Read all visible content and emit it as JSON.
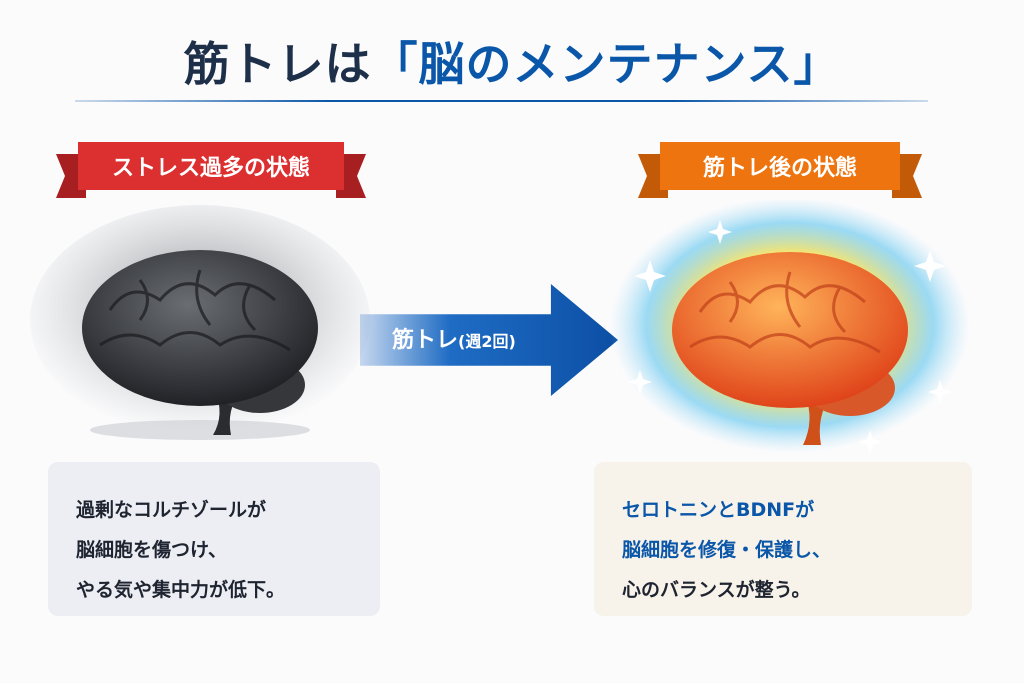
{
  "title": {
    "prefix": "筋トレは",
    "highlight": "「脳のメンテナンス」"
  },
  "left": {
    "label": "ストレス過多の状態",
    "lines": [
      "過剰なコルチゾールが",
      "脳細胞を傷つけ、",
      "やる気や集中力が低下。"
    ]
  },
  "arrow": {
    "label": "筋トレ",
    "sub": "(週2回)"
  },
  "right": {
    "label": "筋トレ後の状態",
    "lines": [
      "セロトニンとBDNFが",
      "脳細胞を修復・保護し、",
      "心のバランスが整う。"
    ]
  },
  "colors": {
    "navy": "#1e2f4a",
    "blue": "#0a56a8",
    "red": "#dc2f30",
    "orange": "#ee7410"
  }
}
